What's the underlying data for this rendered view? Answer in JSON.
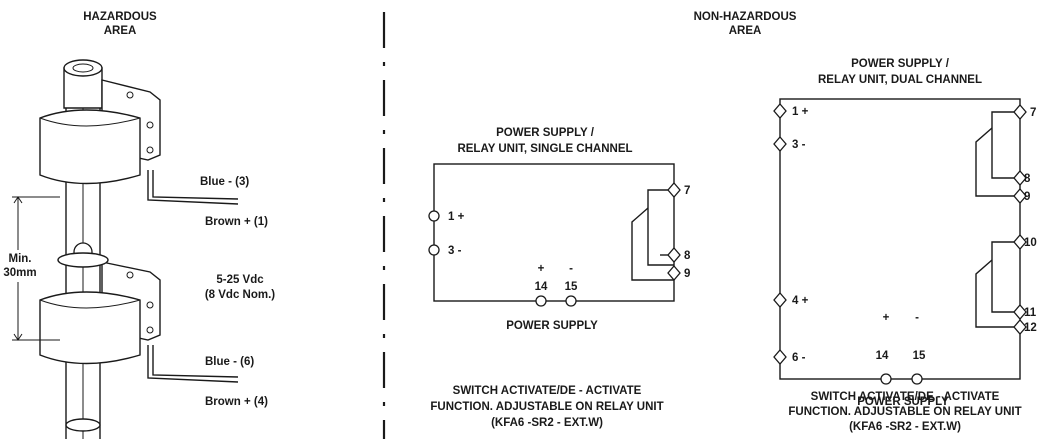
{
  "hazardous_area": {
    "title_line1": "HAZARDOUS",
    "title_line2": "AREA",
    "min_label_line1": "Min.",
    "min_label_line2": "30mm",
    "supply_line1": "5-25 Vdc",
    "supply_line2": "(8 Vdc Nom.)",
    "wires": {
      "upper_blue": "Blue - (3)",
      "upper_brown": "Brown + (1)",
      "lower_blue": "Blue - (6)",
      "lower_brown": "Brown + (4)"
    }
  },
  "non_hazardous_area": {
    "title_line1": "NON-HAZARDOUS",
    "title_line2": "AREA"
  },
  "single_channel": {
    "title_line1": "POWER SUPPLY /",
    "title_line2": "RELAY UNIT, SINGLE CHANNEL",
    "terminals": {
      "t1": "1 +",
      "t3": "3 -",
      "t7": "7",
      "t8": "8",
      "t9": "9",
      "t14": "14",
      "t15": "15",
      "plus": "+",
      "minus": "-"
    },
    "power_supply_label": "POWER SUPPLY",
    "footer_line1": "SWITCH ACTIVATE/DE - ACTIVATE",
    "footer_line2": "FUNCTION. ADJUSTABLE ON RELAY UNIT",
    "footer_line3": "(KFA6 -SR2 - EXT.W)"
  },
  "dual_channel": {
    "title_line1": "POWER SUPPLY /",
    "title_line2": "RELAY UNIT, DUAL CHANNEL",
    "terminals": {
      "t1": "1 +",
      "t3": "3 -",
      "t4": "4 +",
      "t6": "6 -",
      "t7": "7",
      "t8": "8",
      "t9": "9",
      "t10": "10",
      "t11": "11",
      "t12": "12",
      "t14": "14",
      "t15": "15",
      "plus": "+",
      "minus": "-"
    },
    "power_supply_label": "POWER SUPPLY",
    "footer_line1": "SWITCH ACTIVATE/DE - ACTIVATE",
    "footer_line2": "FUNCTION. ADJUSTABLE ON RELAY UNIT",
    "footer_line3": "(KFA6 -SR2 - EXT.W)"
  }
}
